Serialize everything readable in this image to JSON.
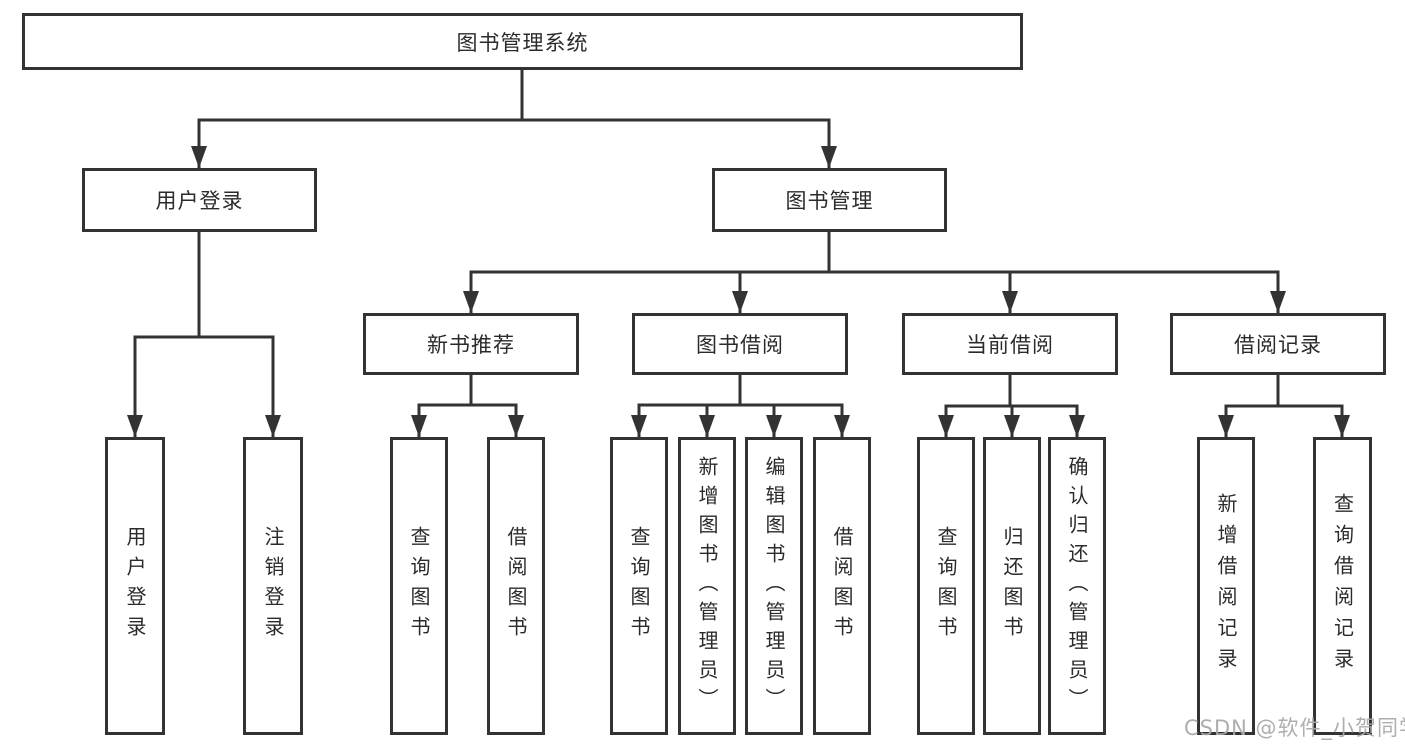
{
  "diagram_type": "tree",
  "title": "图书管理系统",
  "colors": {
    "line": "#333333",
    "box_border": "#333333",
    "box_fill": "#ffffff",
    "text": "#2b2b2b",
    "background": "#ffffff",
    "watermark": "#aaaaaa"
  },
  "tree": {
    "label": "图书管理系统",
    "children": [
      {
        "label": "用户登录",
        "children": [
          {
            "label": "用户登录"
          },
          {
            "label": "注销登录"
          }
        ]
      },
      {
        "label": "图书管理",
        "children": [
          {
            "label": "新书推荐",
            "children": [
              {
                "label": "查询图书"
              },
              {
                "label": "借阅图书"
              }
            ]
          },
          {
            "label": "图书借阅",
            "children": [
              {
                "label": "查询图书"
              },
              {
                "label": "新增图书（管理员）"
              },
              {
                "label": "编辑图书（管理员）"
              },
              {
                "label": "借阅图书"
              }
            ]
          },
          {
            "label": "当前借阅",
            "children": [
              {
                "label": "查询图书"
              },
              {
                "label": "归还图书"
              },
              {
                "label": "确认归还（管理员）"
              }
            ]
          },
          {
            "label": "借阅记录",
            "children": [
              {
                "label": "新增借阅记录"
              },
              {
                "label": "查询借阅记录"
              }
            ]
          }
        ]
      }
    ]
  },
  "watermark": {
    "text": "CSDN @软件_小贺同学"
  }
}
